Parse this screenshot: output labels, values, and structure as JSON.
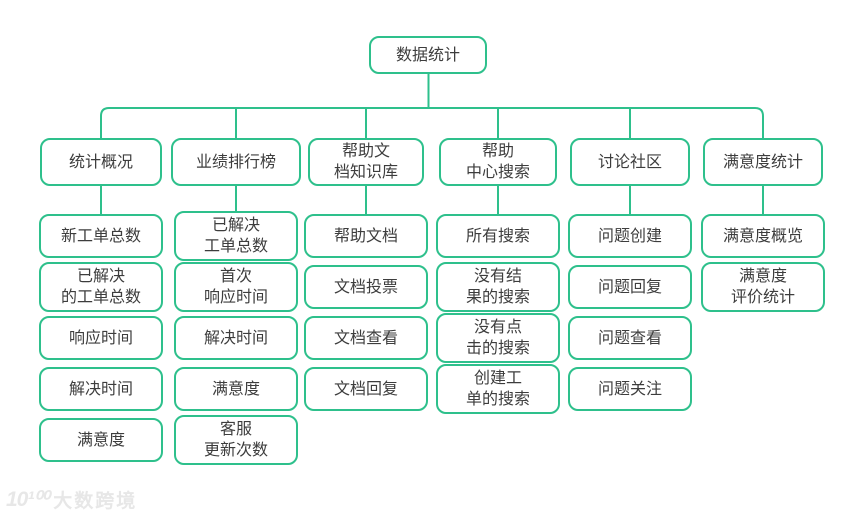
{
  "colors": {
    "accent": "#2ec08c",
    "text": "#3d3d3d",
    "background": "#ffffff",
    "watermark": "#e7e7e7"
  },
  "diagram": {
    "root": {
      "label": "数据统计"
    },
    "branches": [
      {
        "label": "统计概况",
        "children": [
          "新工单总数",
          "已解决\n的工单总数",
          "响应时间",
          "解决时间",
          "满意度"
        ]
      },
      {
        "label": "业绩排行榜",
        "children": [
          "已解决\n工单总数",
          "首次\n响应时间",
          "解决时间",
          "满意度",
          "客服\n更新次数"
        ]
      },
      {
        "label": "帮助文\n档知识库",
        "children": [
          "帮助文档",
          "文档投票",
          "文档查看",
          "文档回复"
        ]
      },
      {
        "label": "帮助\n中心搜索",
        "children": [
          "所有搜索",
          "没有结\n果的搜索",
          "没有点\n击的搜索",
          "创建工\n单的搜索"
        ]
      },
      {
        "label": "讨论社区",
        "children": [
          "问题创建",
          "问题回复",
          "问题查看",
          "问题关注"
        ]
      },
      {
        "label": "满意度统计",
        "children": [
          "满意度概览",
          "满意度\n评价统计"
        ]
      }
    ]
  },
  "watermark": {
    "logo": "10¹⁰⁰",
    "brand": "大数跨境"
  }
}
